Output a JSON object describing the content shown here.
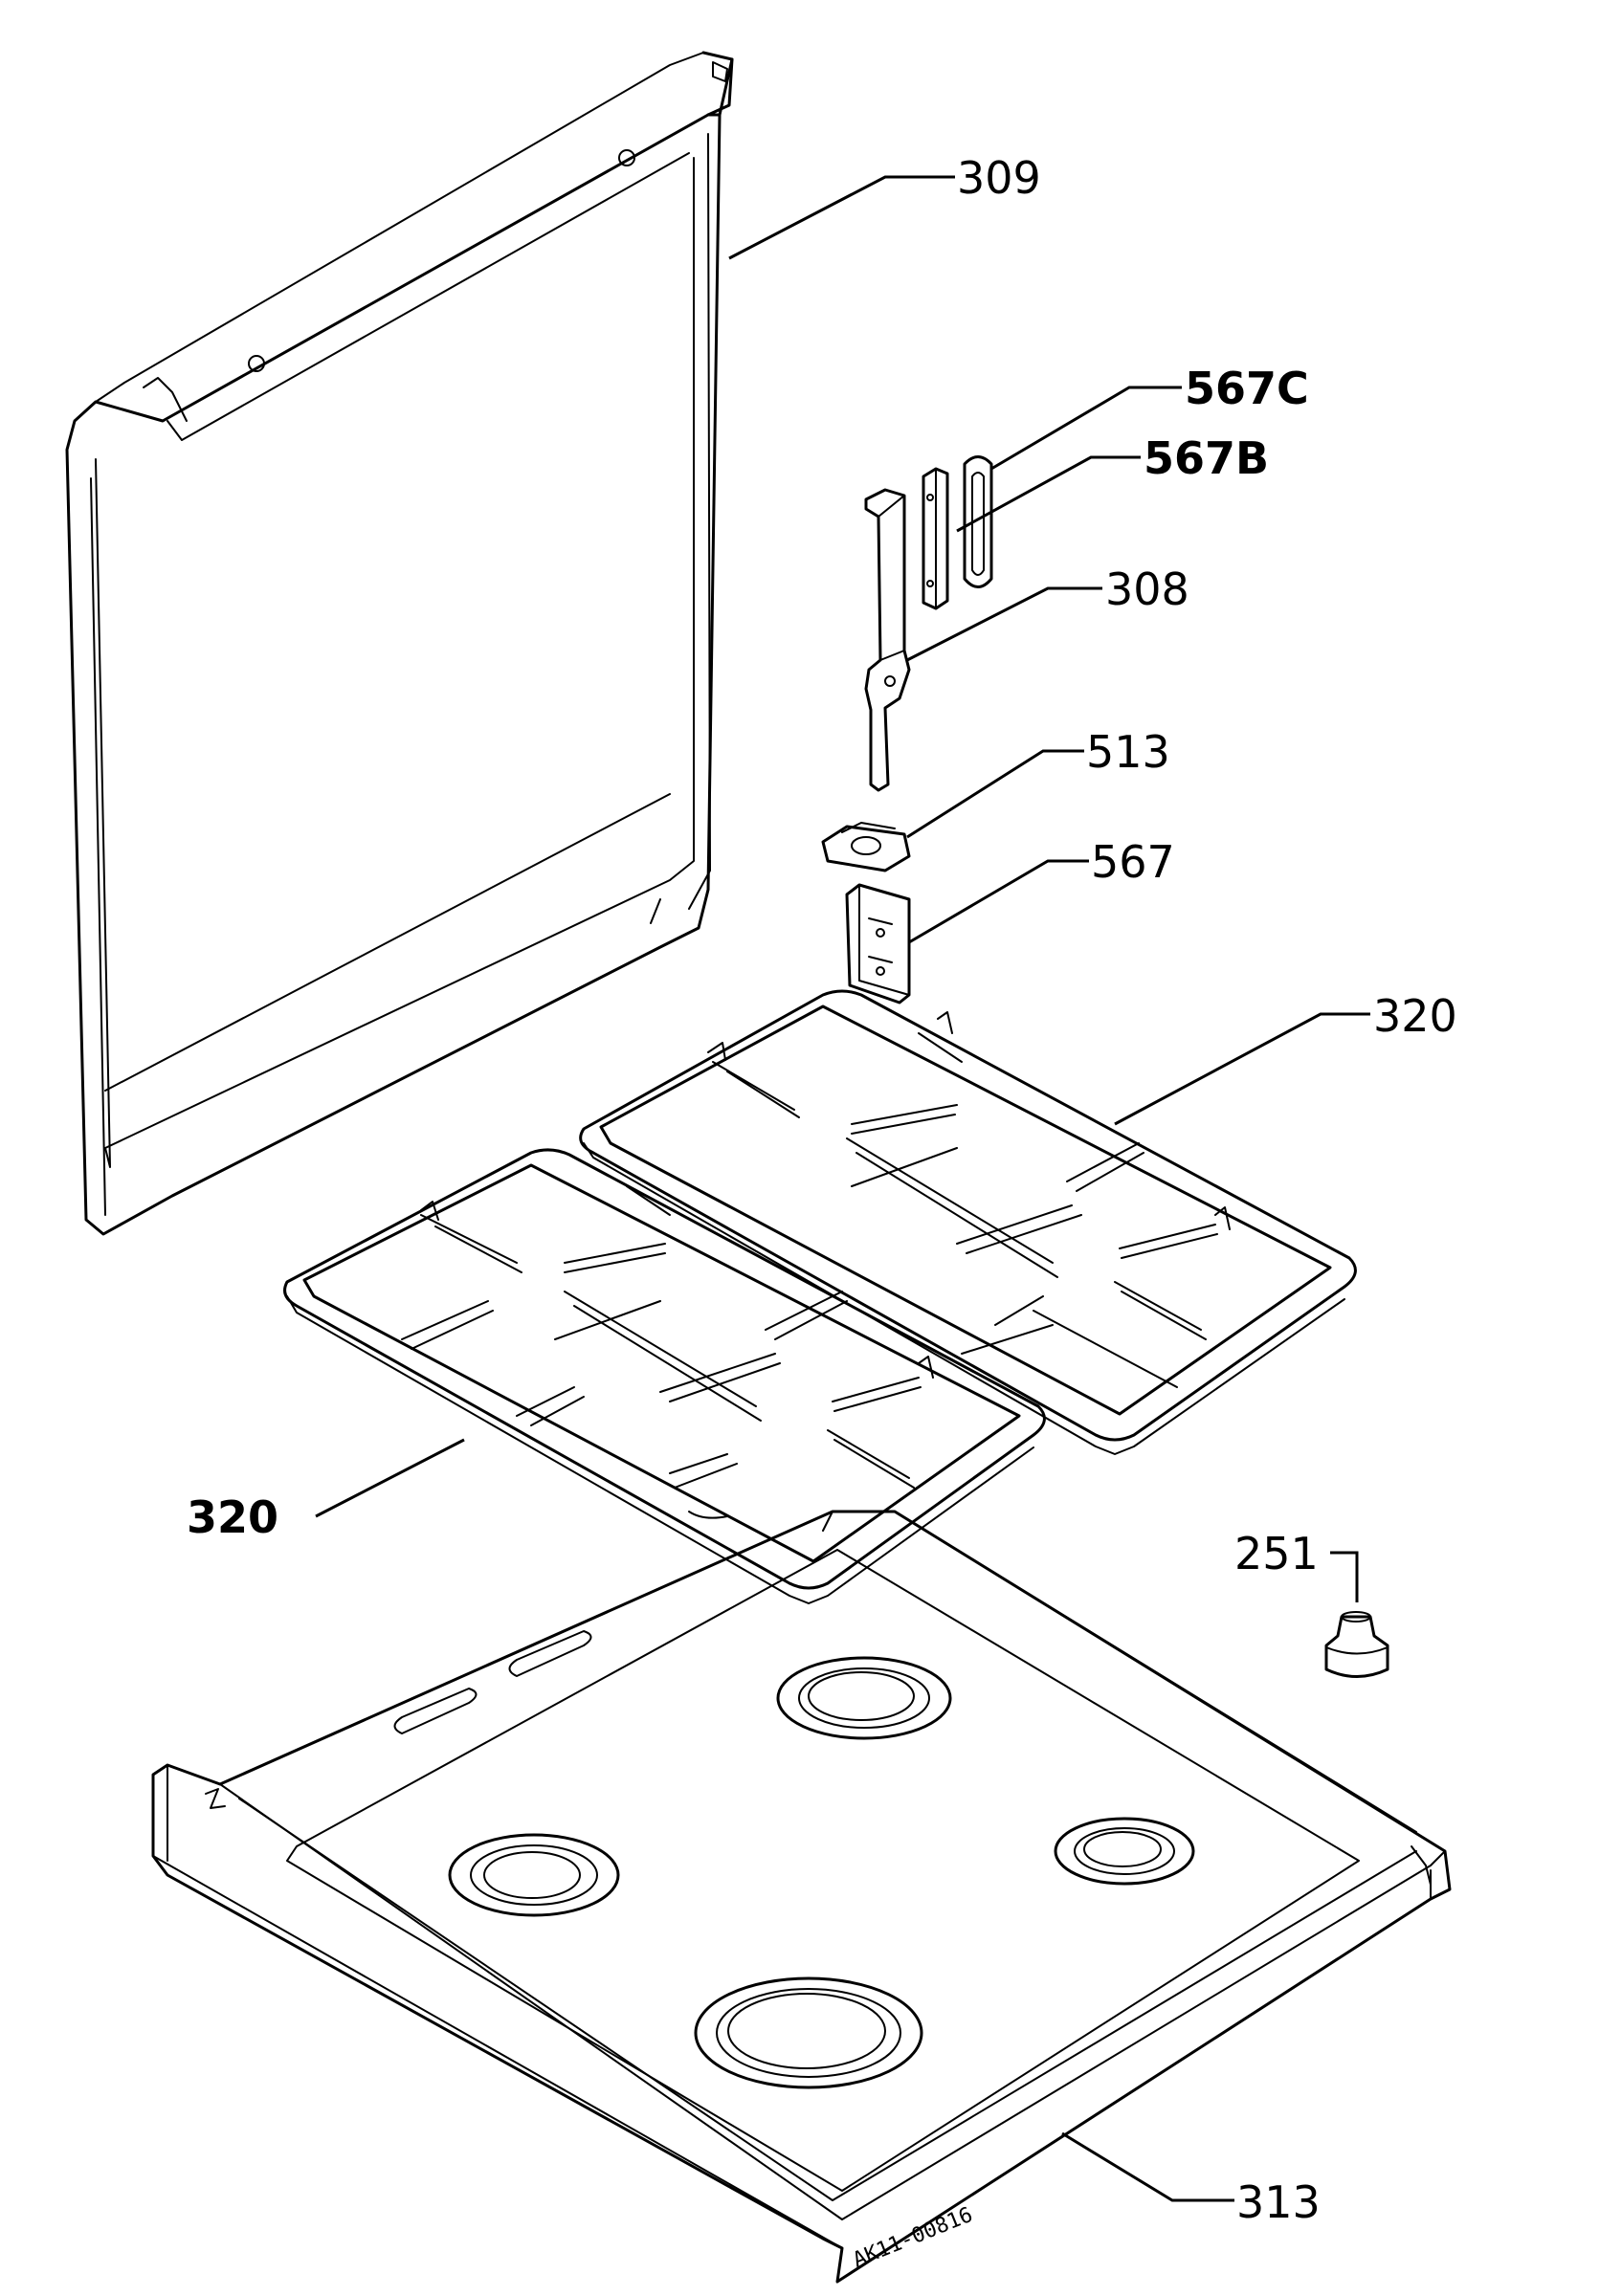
{
  "callouts": {
    "c309": "309",
    "c567c": "567C",
    "c567b": "567B",
    "c308": "308",
    "c513": "513",
    "c567": "567",
    "c320_top": "320",
    "c320_left": "320",
    "c251": "251",
    "c313": "313"
  },
  "drawing_code": "AK11-00816"
}
